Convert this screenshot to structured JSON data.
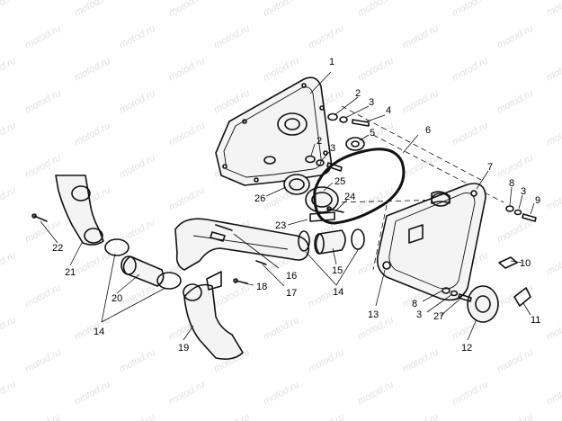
{
  "watermark": "motod.ru",
  "callouts": [
    {
      "id": "c1",
      "text": "1"
    },
    {
      "id": "c2a",
      "text": "2"
    },
    {
      "id": "c3a",
      "text": "3"
    },
    {
      "id": "c4",
      "text": "4"
    },
    {
      "id": "c2b",
      "text": "2"
    },
    {
      "id": "c3b",
      "text": "3"
    },
    {
      "id": "c5",
      "text": "5"
    },
    {
      "id": "c6",
      "text": "6"
    },
    {
      "id": "c7",
      "text": "7"
    },
    {
      "id": "c8a",
      "text": "8"
    },
    {
      "id": "c3c",
      "text": "3"
    },
    {
      "id": "c9",
      "text": "9"
    },
    {
      "id": "c10",
      "text": "10"
    },
    {
      "id": "c11",
      "text": "11"
    },
    {
      "id": "c12",
      "text": "12"
    },
    {
      "id": "c13",
      "text": "13"
    },
    {
      "id": "c8b",
      "text": "8"
    },
    {
      "id": "c3d",
      "text": "3"
    },
    {
      "id": "c27",
      "text": "27"
    },
    {
      "id": "c25",
      "text": "25"
    },
    {
      "id": "c26",
      "text": "26"
    },
    {
      "id": "c24",
      "text": "24"
    },
    {
      "id": "c23",
      "text": "23"
    },
    {
      "id": "c16",
      "text": "16"
    },
    {
      "id": "c17",
      "text": "17"
    },
    {
      "id": "c15",
      "text": "15"
    },
    {
      "id": "c14a",
      "text": "14"
    },
    {
      "id": "c18",
      "text": "18"
    },
    {
      "id": "c19",
      "text": "19"
    },
    {
      "id": "c20",
      "text": "20"
    },
    {
      "id": "c21",
      "text": "21"
    },
    {
      "id": "c22",
      "text": "22"
    },
    {
      "id": "c14b",
      "text": "14"
    }
  ]
}
